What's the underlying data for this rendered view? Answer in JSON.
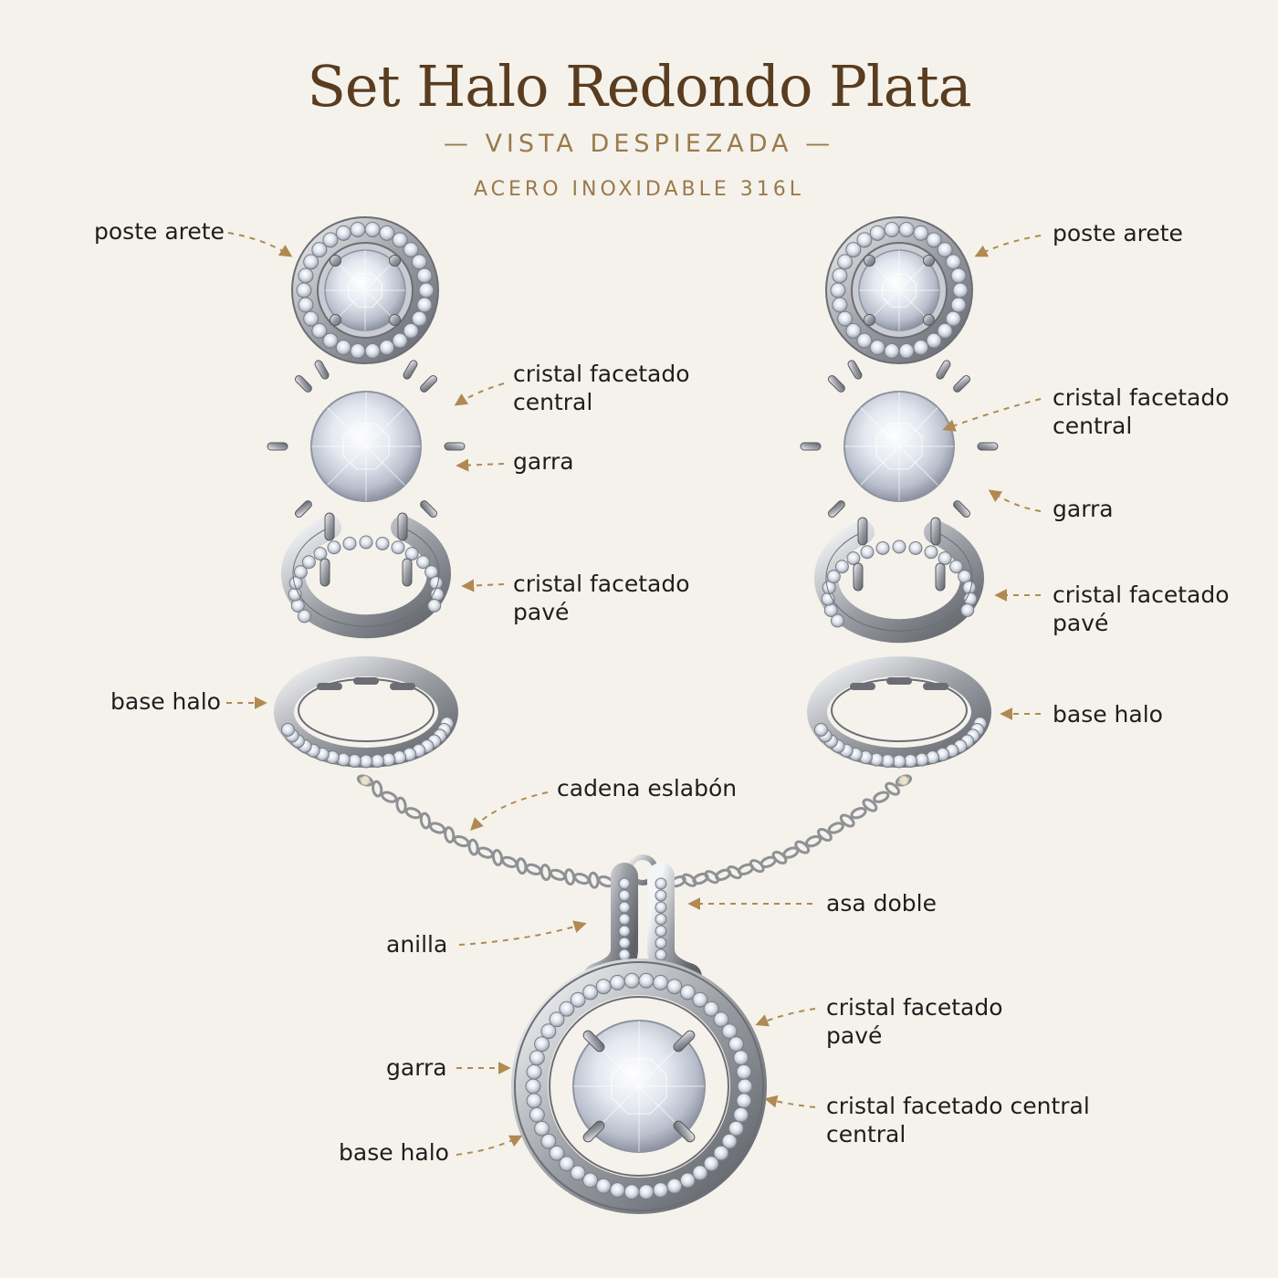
{
  "title": "Set Halo Redondo Plata",
  "subtitle": "— VISTA DESPIEZADA —",
  "material": "ACERO INOXIDABLE 316L",
  "left_earring": {
    "post": "poste arete",
    "center_crystal": [
      "cristal facetado",
      "central"
    ],
    "prong": "garra",
    "pave_crystal": [
      "cristal facetado",
      "pavé"
    ],
    "halo_base": "base halo"
  },
  "right_earring": {
    "post": "poste arete",
    "center_crystal": [
      "cristal facetado",
      "central"
    ],
    "prong": "garra",
    "pave_crystal": [
      "cristal facetado",
      "pavé"
    ],
    "halo_base": "base halo"
  },
  "necklace": {
    "chain": "cadena eslabón",
    "bail": "asa doble",
    "jump_ring": "anilla",
    "pave_crystal": [
      "cristal facetado",
      "pavé"
    ],
    "prong": "garra",
    "center_crystal": [
      "cristal facetado central",
      "central"
    ],
    "halo_base": "base halo"
  },
  "colors": {
    "background": "#f5f2ec",
    "title": "#5a3c1f",
    "accent": "#9a7a4c",
    "metal": "#8e9196",
    "crystal": "#dfe3ec"
  }
}
